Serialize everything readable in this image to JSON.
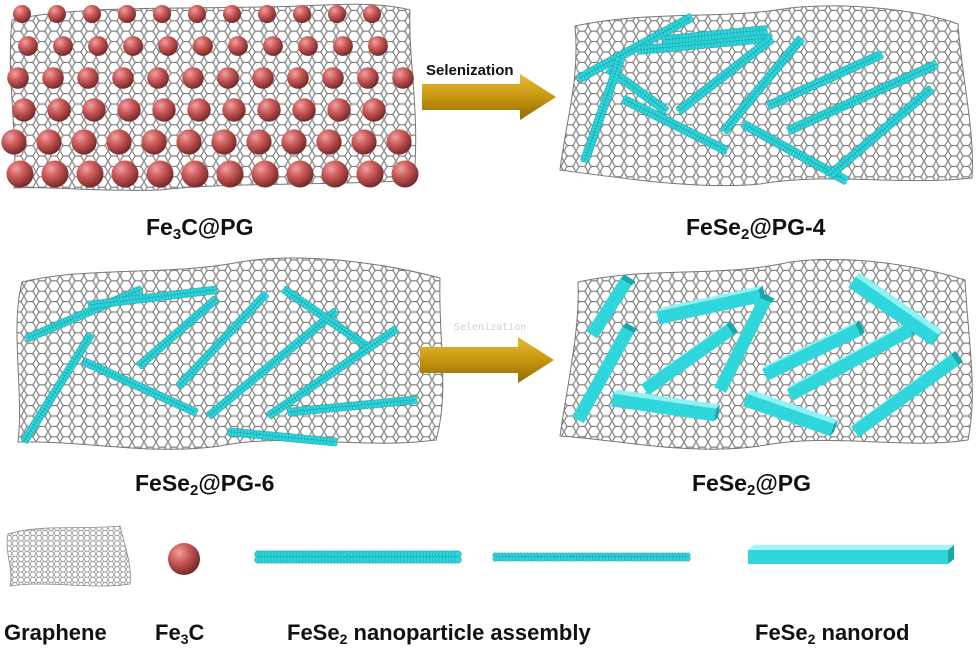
{
  "panels": {
    "fe3c_pg": {
      "base": "Fe",
      "sub": "3",
      "rest": "C@PG"
    },
    "fese2_pg4": {
      "base": "FeSe",
      "sub": "2",
      "rest": "@PG-4"
    },
    "fese2_pg6": {
      "base": "FeSe",
      "sub": "2",
      "rest": "@PG-6"
    },
    "fese2_pg": {
      "base": "FeSe",
      "sub": "2",
      "rest": "@PG"
    }
  },
  "arrows": {
    "top_label": "Selenization",
    "bottom_label": "Selenization"
  },
  "legend": {
    "graphene": "Graphene",
    "fe3c": {
      "base": "Fe",
      "sub": "3",
      "rest": "C"
    },
    "nanoparticle": {
      "base": "FeSe",
      "sub": "2",
      "rest": " nanoparticle assembly"
    },
    "nanorod": {
      "base": "FeSe",
      "sub": "2",
      "rest": " nanorod"
    }
  },
  "colors": {
    "graphene": "#6e6e6e",
    "graphene_atom": "#9a9a9a",
    "fe3c_sphere": "#c85a5a",
    "fese2": "#2fd6dc",
    "arrow": "#c8960e"
  }
}
